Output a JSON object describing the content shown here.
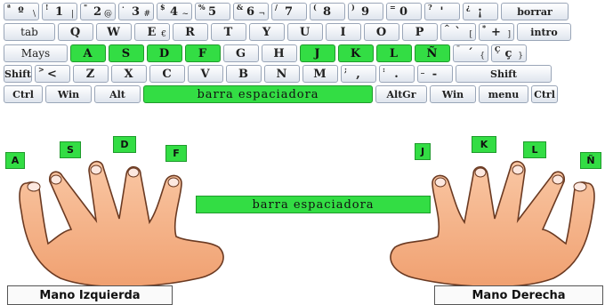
{
  "keyboard": {
    "row1": [
      {
        "lo": "º",
        "hi": "ª",
        "sub": "\\"
      },
      {
        "lo": "1",
        "hi": "!",
        "sub": "|"
      },
      {
        "lo": "2",
        "hi": "\"",
        "sub": "@"
      },
      {
        "lo": "3",
        "hi": "·",
        "sub": "#"
      },
      {
        "lo": "4",
        "hi": "$",
        "sub": "~"
      },
      {
        "lo": "5",
        "hi": "%",
        "sub": ""
      },
      {
        "lo": "6",
        "hi": "&",
        "sub": "¬"
      },
      {
        "lo": "7",
        "hi": "/",
        "sub": ""
      },
      {
        "lo": "8",
        "hi": "(",
        "sub": ""
      },
      {
        "lo": "9",
        "hi": ")",
        "sub": ""
      },
      {
        "lo": "0",
        "hi": "=",
        "sub": ""
      },
      {
        "lo": "'",
        "hi": "?",
        "sub": ""
      },
      {
        "lo": "¡",
        "hi": "¿",
        "sub": ""
      },
      {
        "lo": "borrar",
        "hi": "",
        "sub": ""
      }
    ],
    "row2": [
      {
        "lo": "tab"
      },
      {
        "lo": "Q"
      },
      {
        "lo": "W"
      },
      {
        "lo": "E",
        "sub": "€"
      },
      {
        "lo": "R"
      },
      {
        "lo": "T"
      },
      {
        "lo": "Y"
      },
      {
        "lo": "U"
      },
      {
        "lo": "I"
      },
      {
        "lo": "O"
      },
      {
        "lo": "P"
      },
      {
        "lo": "`",
        "hi": "^",
        "sub": "["
      },
      {
        "lo": "+",
        "hi": "*",
        "sub": "]"
      },
      {
        "lo": "intro"
      }
    ],
    "row3": [
      {
        "lo": "Mays"
      },
      {
        "lo": "A"
      },
      {
        "lo": "S"
      },
      {
        "lo": "D"
      },
      {
        "lo": "F"
      },
      {
        "lo": "G"
      },
      {
        "lo": "H"
      },
      {
        "lo": "J"
      },
      {
        "lo": "K"
      },
      {
        "lo": "L"
      },
      {
        "lo": "Ñ"
      },
      {
        "lo": "´",
        "hi": "¨",
        "sub": "{"
      },
      {
        "lo": "ç",
        "hi": "Ç",
        "sub": "}"
      }
    ],
    "row4": [
      {
        "lo": "Shift"
      },
      {
        "lo": "<",
        "hi": ">"
      },
      {
        "lo": "Z"
      },
      {
        "lo": "X"
      },
      {
        "lo": "C"
      },
      {
        "lo": "V"
      },
      {
        "lo": "B"
      },
      {
        "lo": "N"
      },
      {
        "lo": "M"
      },
      {
        "lo": ",",
        "hi": ";"
      },
      {
        "lo": ".",
        "hi": ":"
      },
      {
        "lo": "-",
        "hi": "_"
      },
      {
        "lo": "Shift"
      }
    ],
    "row5": [
      {
        "lo": "Ctrl"
      },
      {
        "lo": "Win"
      },
      {
        "lo": "Alt"
      },
      {
        "lo": "barra espaciadora"
      },
      {
        "lo": "AltGr"
      },
      {
        "lo": "Win"
      },
      {
        "lo": "menu"
      },
      {
        "lo": "Ctrl"
      }
    ]
  },
  "fingers": {
    "left": [
      "A",
      "S",
      "D",
      "F"
    ],
    "right": [
      "J",
      "K",
      "L",
      "Ñ"
    ]
  },
  "space_label": "barra espaciadora",
  "captions": {
    "left": "Mano Izquierda",
    "right": "Mano Derecha"
  },
  "colors": {
    "home_key": "#33dd44",
    "skin": "#f5b48c",
    "skin_shadow": "#e08a5e",
    "nail": "#fce8e0"
  }
}
